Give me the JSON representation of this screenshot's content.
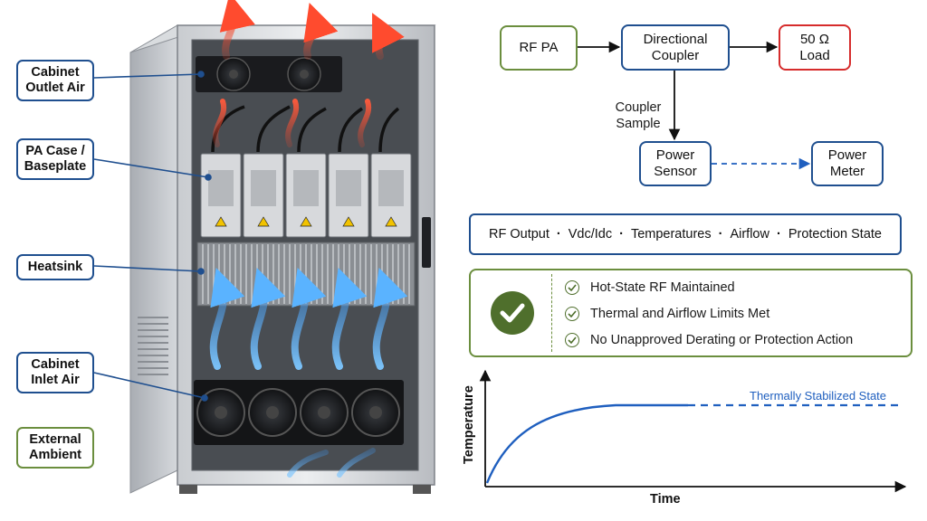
{
  "cabinet_labels": {
    "outlet_air": "Cabinet\nOutlet Air",
    "pa_case": "PA Case /\nBaseplate",
    "heatsink": "Heatsink",
    "inlet_air": "Cabinet\nInlet Air",
    "external_ambient": "External\nAmbient"
  },
  "rf_chain": {
    "rf_pa": "RF PA",
    "coupler": "Directional\nCoupler",
    "load": "50 Ω\nLoad",
    "coupler_sample": "Coupler\nSample",
    "power_sensor": "Power\nSensor",
    "power_meter": "Power\nMeter"
  },
  "metrics": [
    "RF Output",
    "Vdc/Idc",
    "Temperatures",
    "Airflow",
    "Protection State"
  ],
  "status_checks": [
    "Hot-State RF Maintained",
    "Thermal and Airflow Limits Met",
    "No Unapproved Derating or Protection Action"
  ],
  "colors": {
    "label_border_blue": "#1f4f8f",
    "label_border_green": "#6b8e3e",
    "load_border_red": "#d62c2c",
    "hot_air": "#e8452c",
    "cool_air": "#3b8fe6",
    "curve": "#1f5fbf",
    "check_green": "#4f6f2c"
  },
  "chart_data": {
    "type": "line",
    "xlabel": "Time",
    "ylabel": "Temperature",
    "annotation": "Thermally Stabilized State",
    "description_curve": "rises quickly then levels off at a stable plateau, continuing as a dashed line"
  }
}
